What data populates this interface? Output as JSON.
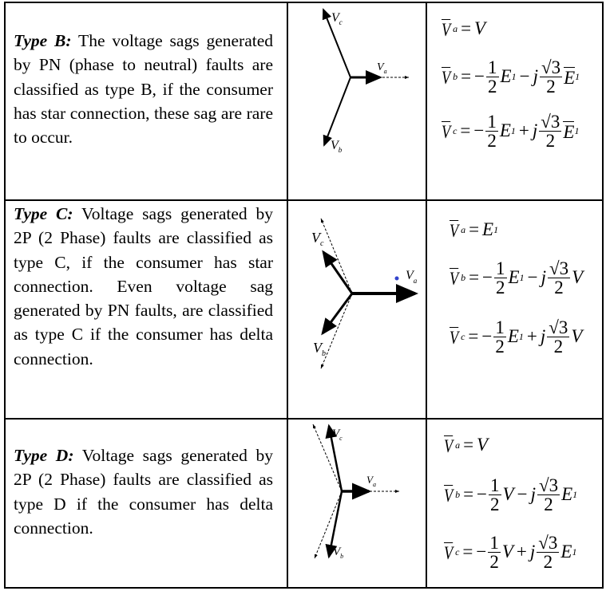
{
  "rows": [
    {
      "type_label": "Type B:",
      "description": " The voltage sags generated by PN (phase to neutral) faults are classified as type B, if the consumer has star connection, these sag are rare to occur.",
      "labels": {
        "va": "V",
        "va_sub": "a",
        "vb": "V",
        "vb_sub": "b",
        "vc": "V",
        "vc_sub": "c"
      },
      "equations": [
        {
          "lhs": "V",
          "lhs_sub": "a",
          "rhs": "V"
        },
        {
          "lhs": "V",
          "lhs_sub": "b",
          "minus": "−",
          "half_num": "1",
          "half_den": "2",
          "t1": "E",
          "t1_sub": "1",
          "op": "−",
          "j": "j",
          "sqrt_num": "√3",
          "sqrt_den": "2",
          "t2": "E",
          "t2_sub": "1"
        },
        {
          "lhs": "V",
          "lhs_sub": "c",
          "minus": "−",
          "half_num": "1",
          "half_den": "2",
          "t1": "E",
          "t1_sub": "1",
          "op": "+",
          "j": "j",
          "sqrt_num": "√3",
          "sqrt_den": "2",
          "t2": "E",
          "t2_sub": "1"
        }
      ]
    },
    {
      "type_label": "Type C:",
      "description": " Voltage sags generated by 2P (2 Phase) faults are classified as type C, if the consumer has star connection. Even voltage sag generated by PN faults, are classified as type C if the consumer has delta connection.",
      "labels": {
        "va": "V",
        "va_sub": "a",
        "vb": "V",
        "vb_sub": "b",
        "vc": "V",
        "vc_sub": "c"
      },
      "equations": [
        {
          "lhs": "V",
          "lhs_sub": "a",
          "rhs": "E",
          "rhs_sub": "1"
        },
        {
          "lhs": "V",
          "lhs_sub": "b",
          "minus": "−",
          "half_num": "1",
          "half_den": "2",
          "t1": "E",
          "t1_sub": "1",
          "op": "−",
          "j": "j",
          "sqrt_num": "√3",
          "sqrt_den": "2",
          "t2": "V",
          "t2_sub": ""
        },
        {
          "lhs": "V",
          "lhs_sub": "c",
          "minus": "−",
          "half_num": "1",
          "half_den": "2",
          "t1": "E",
          "t1_sub": "1",
          "op": "+",
          "j": "j",
          "sqrt_num": "√3",
          "sqrt_den": "2",
          "t2": "V",
          "t2_sub": ""
        }
      ]
    },
    {
      "type_label": "Type D:",
      "description": " Voltage sags generated by 2P (2 Phase) faults are classified as type D if the consumer has delta connection.",
      "labels": {
        "va": "V",
        "va_sub": "a",
        "vb": "V",
        "vb_sub": "b",
        "vc": "V",
        "vc_sub": "c"
      },
      "equations": [
        {
          "lhs": "V",
          "lhs_sub": "a",
          "rhs": "V"
        },
        {
          "lhs": "V",
          "lhs_sub": "b",
          "minus": "−",
          "half_num": "1",
          "half_den": "2",
          "t1": "V",
          "t1_sub": "",
          "op": "−",
          "j": "j",
          "sqrt_num": "√3",
          "sqrt_den": "2",
          "t2": "E",
          "t2_sub": "1"
        },
        {
          "lhs": "V",
          "lhs_sub": "c",
          "minus": "−",
          "half_num": "1",
          "half_den": "2",
          "t1": "V",
          "t1_sub": "",
          "op": "+",
          "j": "j",
          "sqrt_num": "√3",
          "sqrt_den": "2",
          "t2": "E",
          "t2_sub": "1"
        }
      ]
    }
  ]
}
